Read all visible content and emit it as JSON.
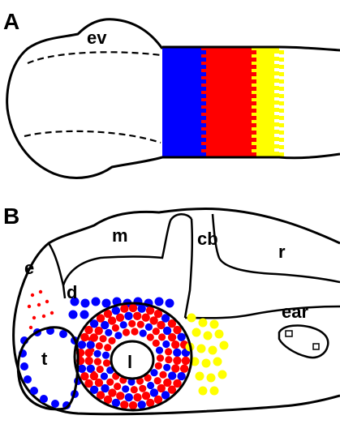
{
  "panels": {
    "a": {
      "letter": "A",
      "labels": {
        "ev": "ev"
      },
      "bands": [
        {
          "name": "blue-band",
          "color": "#0000ff"
        },
        {
          "name": "red-band",
          "color": "#ff0000"
        },
        {
          "name": "yellow-band",
          "color": "#ffff00"
        }
      ]
    },
    "b": {
      "letter": "B",
      "labels": {
        "e": "e",
        "d": "d",
        "m": "m",
        "cb": "cb",
        "r": "r",
        "ear": "ear",
        "t": "t",
        "l": "l"
      }
    }
  },
  "colors": {
    "outline": "#000000",
    "blue": "#0000ff",
    "red": "#ff0000",
    "yellow": "#ffff00",
    "background": "#ffffff"
  }
}
